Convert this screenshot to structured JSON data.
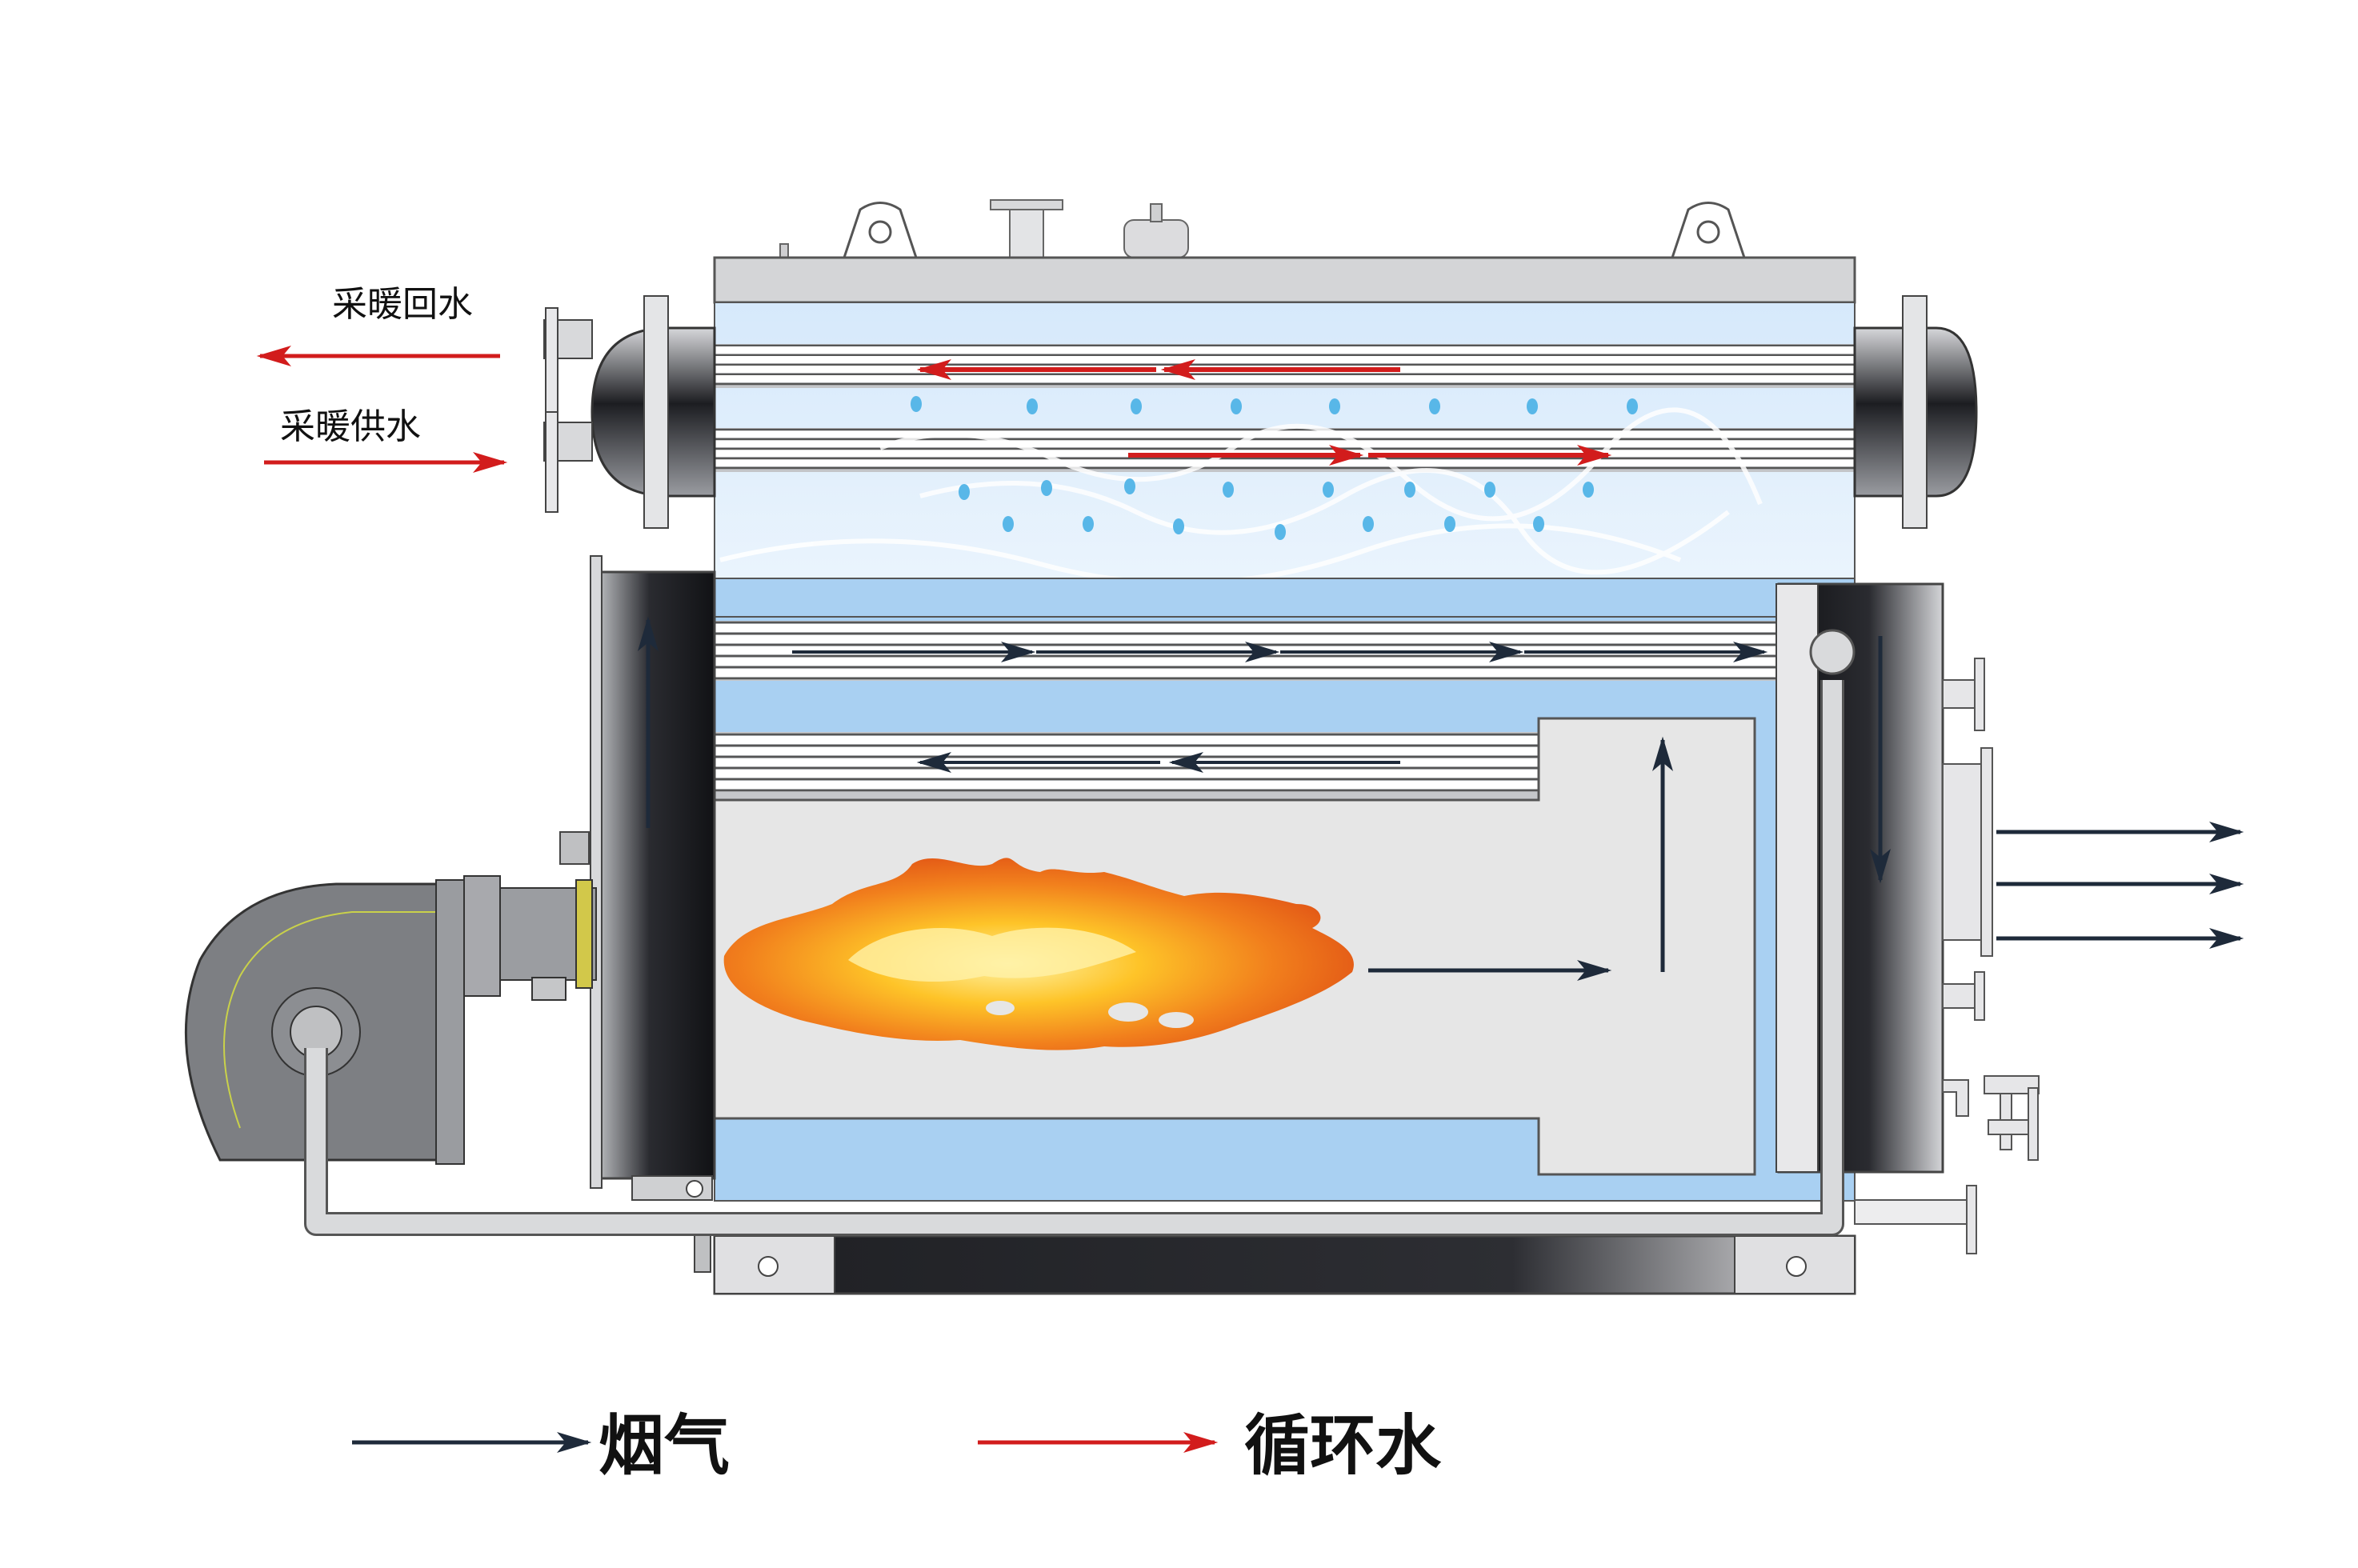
{
  "labels": {
    "return_water": "采暖回水",
    "supply_water": "采暖供水"
  },
  "legend": {
    "flue_gas": "烟气",
    "circulating_water": "循环水"
  },
  "colors": {
    "flue_gas_arrow": "#1e2a3a",
    "water_arrow": "#d21c1c",
    "water_space_light": "#e0eefb",
    "water_space": "#a9d0f2",
    "furnace": "#e6e6e6",
    "shell_dark": "#1f2024",
    "flame": "#f07a10",
    "droplet": "#58b7e8"
  },
  "icons": {
    "flow_arrow": "arrow-icon",
    "droplet": "water-droplet-icon",
    "flame": "flame-icon"
  }
}
